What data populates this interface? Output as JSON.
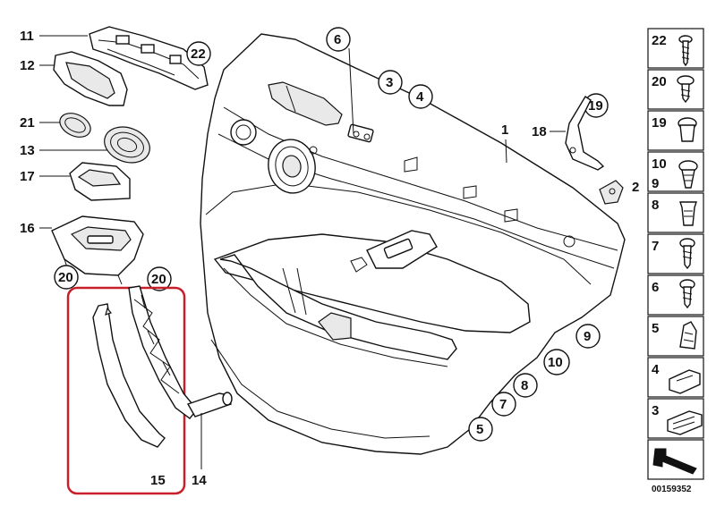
{
  "labels": {
    "l11": "11",
    "l12": "12",
    "l21": "21",
    "l13": "13",
    "l17": "17",
    "l16": "16",
    "l20a": "20",
    "l20b": "20",
    "l22": "22",
    "l6": "6",
    "l3": "3",
    "l4": "4",
    "l1": "1",
    "l18": "18",
    "l19": "19",
    "l2": "2",
    "l9": "9",
    "l10": "10",
    "l8": "8",
    "l7": "7",
    "l5": "5",
    "l15": "15",
    "l14": "14"
  },
  "sidebar": {
    "items": [
      "22",
      "20",
      "19",
      "10",
      "9",
      "8",
      "7",
      "6",
      "5",
      "4",
      "3"
    ]
  },
  "catalog_number": "00159352",
  "colors": {
    "highlight": "#c8202a",
    "line": "#111111"
  }
}
